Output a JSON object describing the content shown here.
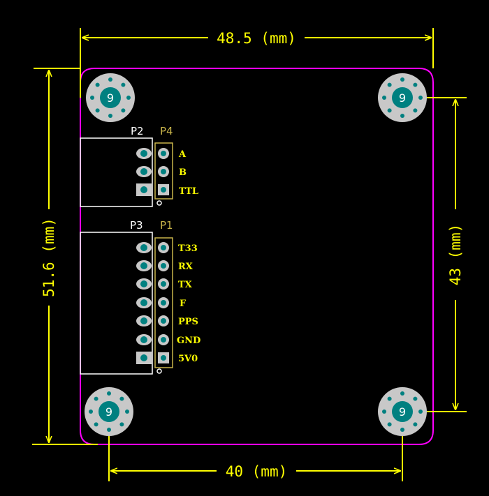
{
  "dimensions": {
    "width_label": "48.5 (mm)",
    "height_label": "51.6 (mm)",
    "hole_spacing_h_label": "40 (mm)",
    "hole_spacing_v_label": "43 (mm)"
  },
  "mounting_holes": {
    "label": "9",
    "items": [
      {
        "name": "mount-hole-top-left"
      },
      {
        "name": "mount-hole-top-right"
      },
      {
        "name": "mount-hole-bottom-left"
      },
      {
        "name": "mount-hole-bottom-right"
      }
    ]
  },
  "connectors": {
    "p2": {
      "designator": "P2"
    },
    "p4": {
      "designator": "P4",
      "pins": [
        "A",
        "B",
        "TTL"
      ]
    },
    "p3": {
      "designator": "P3"
    },
    "p1": {
      "designator": "P1",
      "pins": [
        "T33",
        "RX",
        "TX",
        "F",
        "PPS",
        "GND",
        "5V0"
      ]
    }
  },
  "colors": {
    "background": "#000000",
    "board_outline": "#ff00ff",
    "dimension": "#ffff00",
    "silkscreen": "#ffffff",
    "pad": "#c8c8c8",
    "drill": "#008080",
    "designator_secondary": "#c8b44a",
    "body_outline": "#c8b44a"
  }
}
